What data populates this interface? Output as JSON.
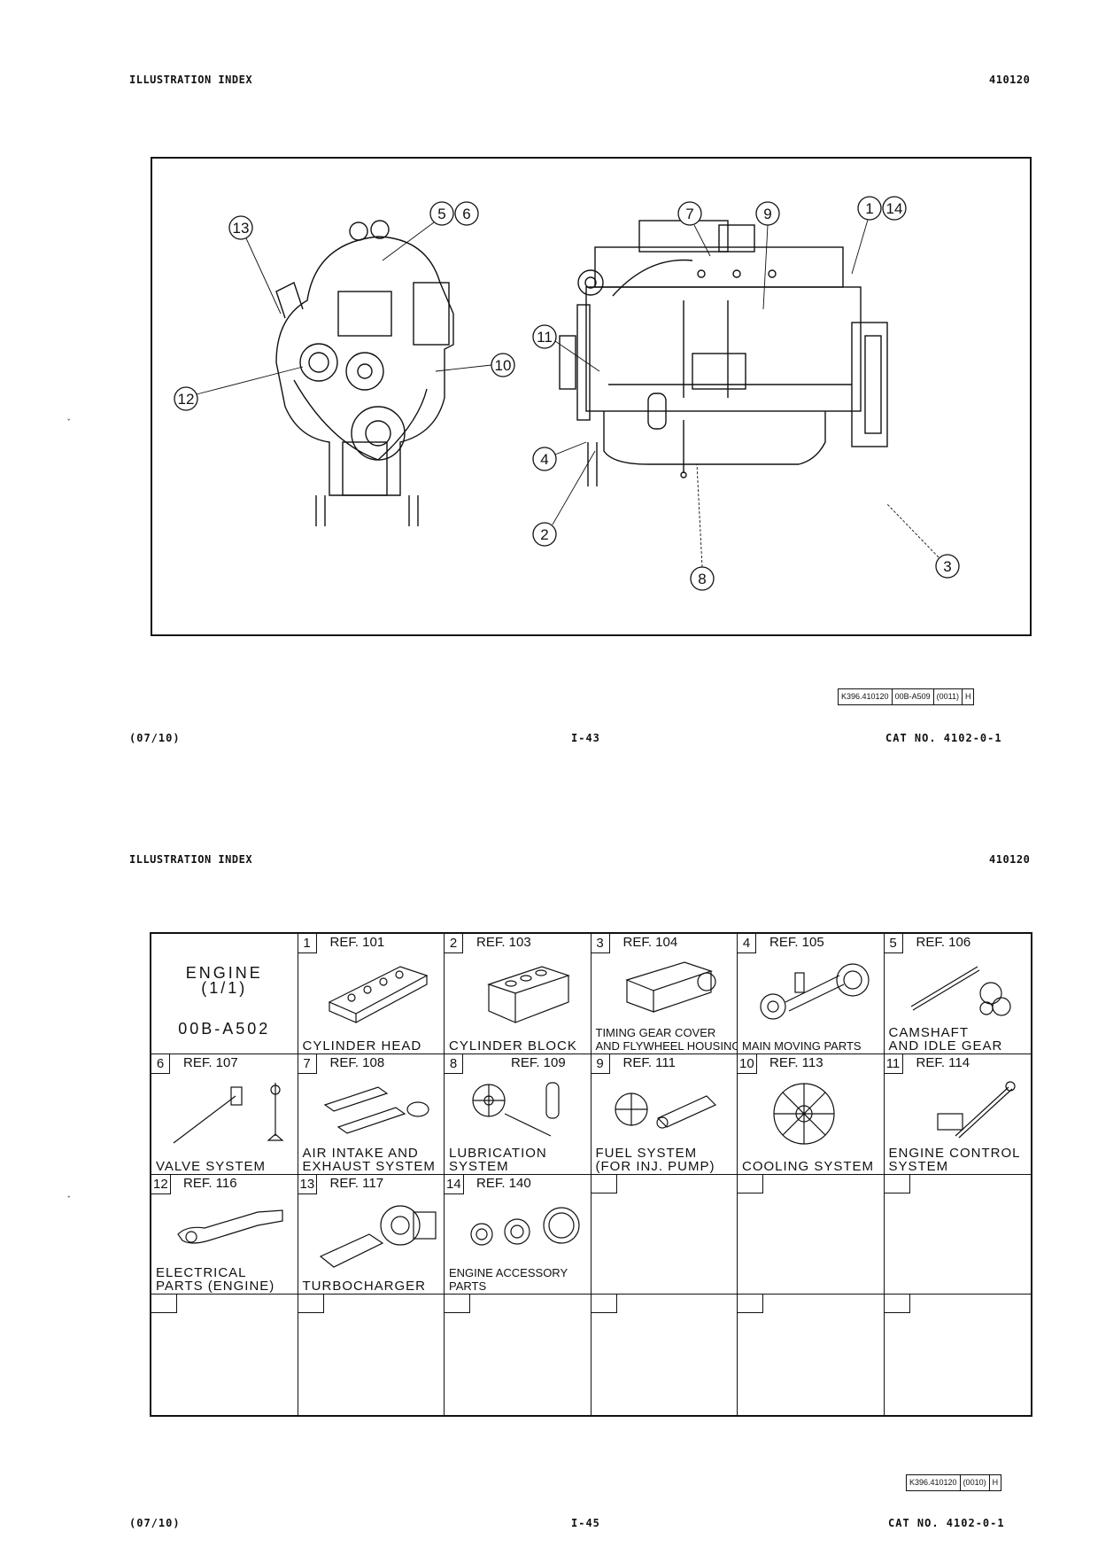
{
  "page_top": {
    "header_left": "ILLUSTRATION INDEX",
    "header_right": "410120",
    "callouts": [
      "13",
      "5",
      "6",
      "7",
      "9",
      "1",
      "14",
      "11",
      "10",
      "12",
      "4",
      "2",
      "8",
      "3"
    ],
    "ref_box": [
      "K396.410120",
      "00B-A509",
      "(0011)",
      "H"
    ],
    "footer_left": "(07/10)",
    "footer_center": "I-43",
    "footer_right": "CAT NO. 4102-0-1"
  },
  "page_bottom": {
    "header_left": "ILLUSTRATION INDEX",
    "header_right": "410120",
    "engine_cell": {
      "line1": "ENGINE",
      "line2": "(1/1)",
      "code": "00B-A502"
    },
    "items": [
      {
        "num": "1",
        "ref": "REF. 101",
        "caption": [
          "CYLINDER HEAD"
        ]
      },
      {
        "num": "2",
        "ref": "REF. 103",
        "caption": [
          "CYLINDER BLOCK"
        ]
      },
      {
        "num": "3",
        "ref": "REF. 104",
        "caption": [
          "TIMING GEAR COVER",
          "AND FLYWHEEL HOUSING"
        ]
      },
      {
        "num": "4",
        "ref": "REF. 105",
        "caption": [
          "MAIN MOVING PARTS"
        ]
      },
      {
        "num": "5",
        "ref": "REF. 106",
        "caption": [
          "CAMSHAFT",
          "AND IDLE GEAR"
        ]
      },
      {
        "num": "6",
        "ref": "REF. 107",
        "caption": [
          "VALVE SYSTEM"
        ]
      },
      {
        "num": "7",
        "ref": "REF. 108",
        "caption": [
          "AIR INTAKE AND",
          "EXHAUST SYSTEM"
        ]
      },
      {
        "num": "8",
        "ref": "REF. 109",
        "caption": [
          "LUBRICATION",
          "SYSTEM"
        ]
      },
      {
        "num": "9",
        "ref": "REF. 111",
        "caption": [
          "FUEL SYSTEM",
          "(FOR INJ. PUMP)"
        ]
      },
      {
        "num": "10",
        "ref": "REF. 113",
        "caption": [
          "COOLING SYSTEM"
        ]
      },
      {
        "num": "11",
        "ref": "REF. 114",
        "caption": [
          "ENGINE CONTROL",
          "SYSTEM"
        ]
      },
      {
        "num": "12",
        "ref": "REF. 116",
        "caption": [
          "ELECTRICAL",
          "PARTS (ENGINE)"
        ]
      },
      {
        "num": "13",
        "ref": "REF. 117",
        "caption": [
          "TURBOCHARGER"
        ]
      },
      {
        "num": "14",
        "ref": "REF. 140",
        "caption": [
          "ENGINE ACCESSORY",
          "PARTS"
        ]
      }
    ],
    "ref_box": [
      "K396.410120",
      "(0010)",
      "H"
    ],
    "footer_left": "(07/10)",
    "footer_center": "I-45",
    "footer_right": "CAT NO. 4102-0-1"
  }
}
